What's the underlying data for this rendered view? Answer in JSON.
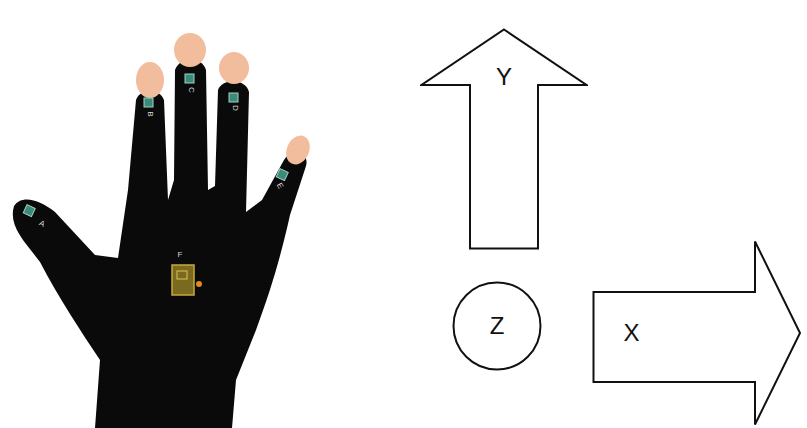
{
  "diagram": {
    "nodes": [
      {
        "text": [
          "Y"
        ]
      },
      {
        "text": [
          "Z"
        ]
      },
      {
        "text": [
          "X"
        ]
      }
    ],
    "labels": [
      "A",
      "B",
      "C",
      "D",
      "E",
      "F"
    ]
  }
}
